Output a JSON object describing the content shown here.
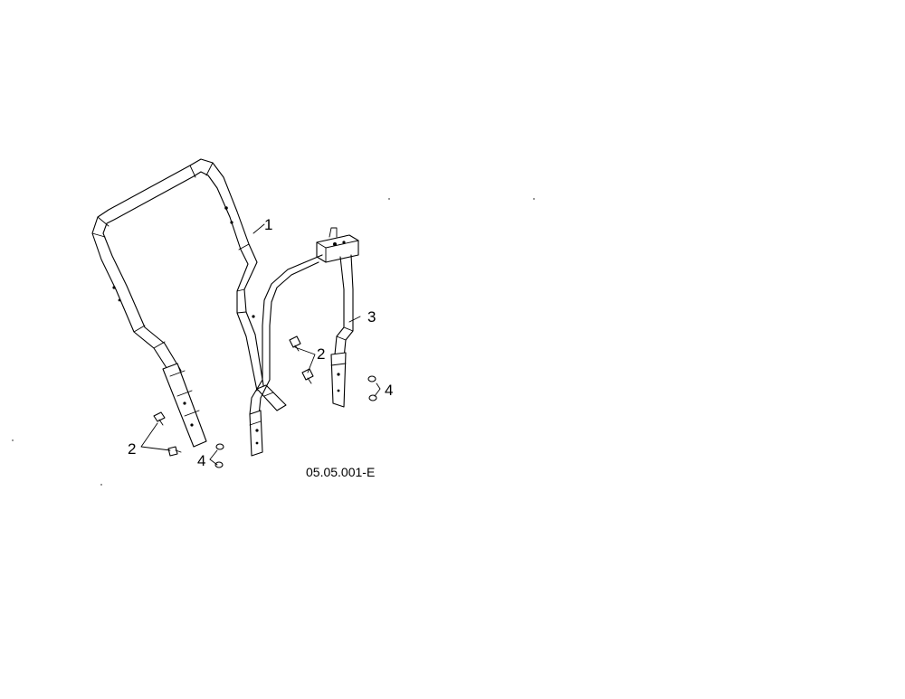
{
  "diagram": {
    "callouts": {
      "frame_front": "1",
      "bolt_left": "2",
      "bolt_mid": "2",
      "frame_rear": "3",
      "nut_left": "4",
      "nut_right": "4"
    },
    "drawing_code": "05.05.001-E"
  }
}
